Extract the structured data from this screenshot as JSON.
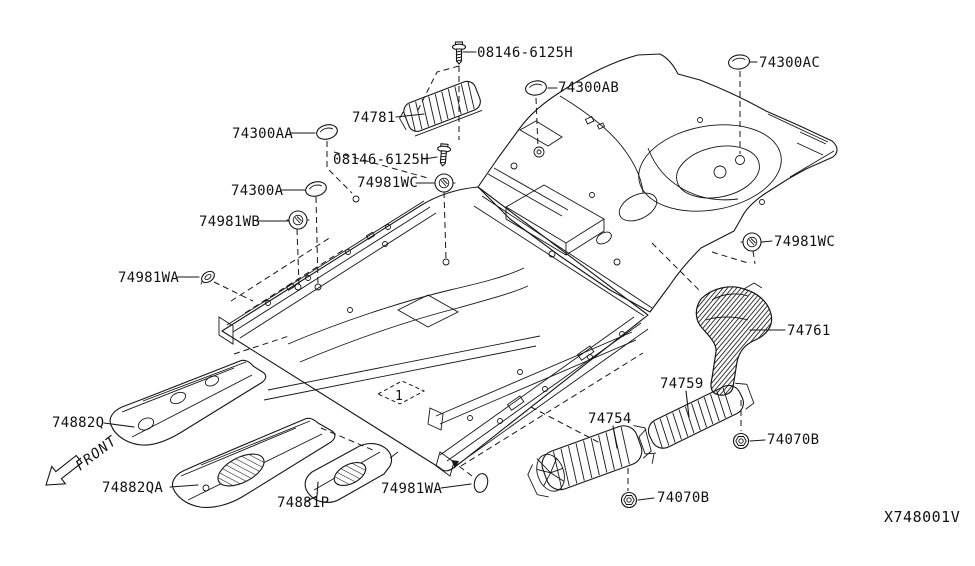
{
  "diagram": {
    "code": "X748001V",
    "front_label": "FRONT",
    "floor_callout": "1",
    "colors": {
      "background": "#ffffff",
      "line": "#161616"
    }
  },
  "part_labels": [
    {
      "text": "08146-6125H",
      "icon": "bolt-icon"
    },
    {
      "text": "74300AB",
      "icon": "plug-icon"
    },
    {
      "text": "74300AC",
      "icon": "plug-icon"
    },
    {
      "text": "74781",
      "icon": "insulator-part"
    },
    {
      "text": "74300AA",
      "icon": "plug-icon"
    },
    {
      "text": "08146-6125H",
      "icon": "bolt-icon"
    },
    {
      "text": "74981WC",
      "icon": "grommet-icon"
    },
    {
      "text": "74300A",
      "icon": "plug-icon"
    },
    {
      "text": "74981WB",
      "icon": "grommet-icon"
    },
    {
      "text": "74981WA",
      "icon": "clip-icon"
    },
    {
      "text": "74981WC",
      "icon": "grommet-icon"
    },
    {
      "text": "74761",
      "icon": "insulator-part"
    },
    {
      "text": "74759",
      "icon": "insulator-part"
    },
    {
      "text": "74754",
      "icon": "insulator-part"
    },
    {
      "text": "74070B",
      "icon": "nut-icon"
    },
    {
      "text": "74070B",
      "icon": "nut-icon"
    },
    {
      "text": "74882Q",
      "icon": "sill-cover-part"
    },
    {
      "text": "74882QA",
      "icon": "sill-cover-part"
    },
    {
      "text": "74881P",
      "icon": "spacer-part"
    },
    {
      "text": "74981WA",
      "icon": "plug-oval-icon"
    }
  ]
}
